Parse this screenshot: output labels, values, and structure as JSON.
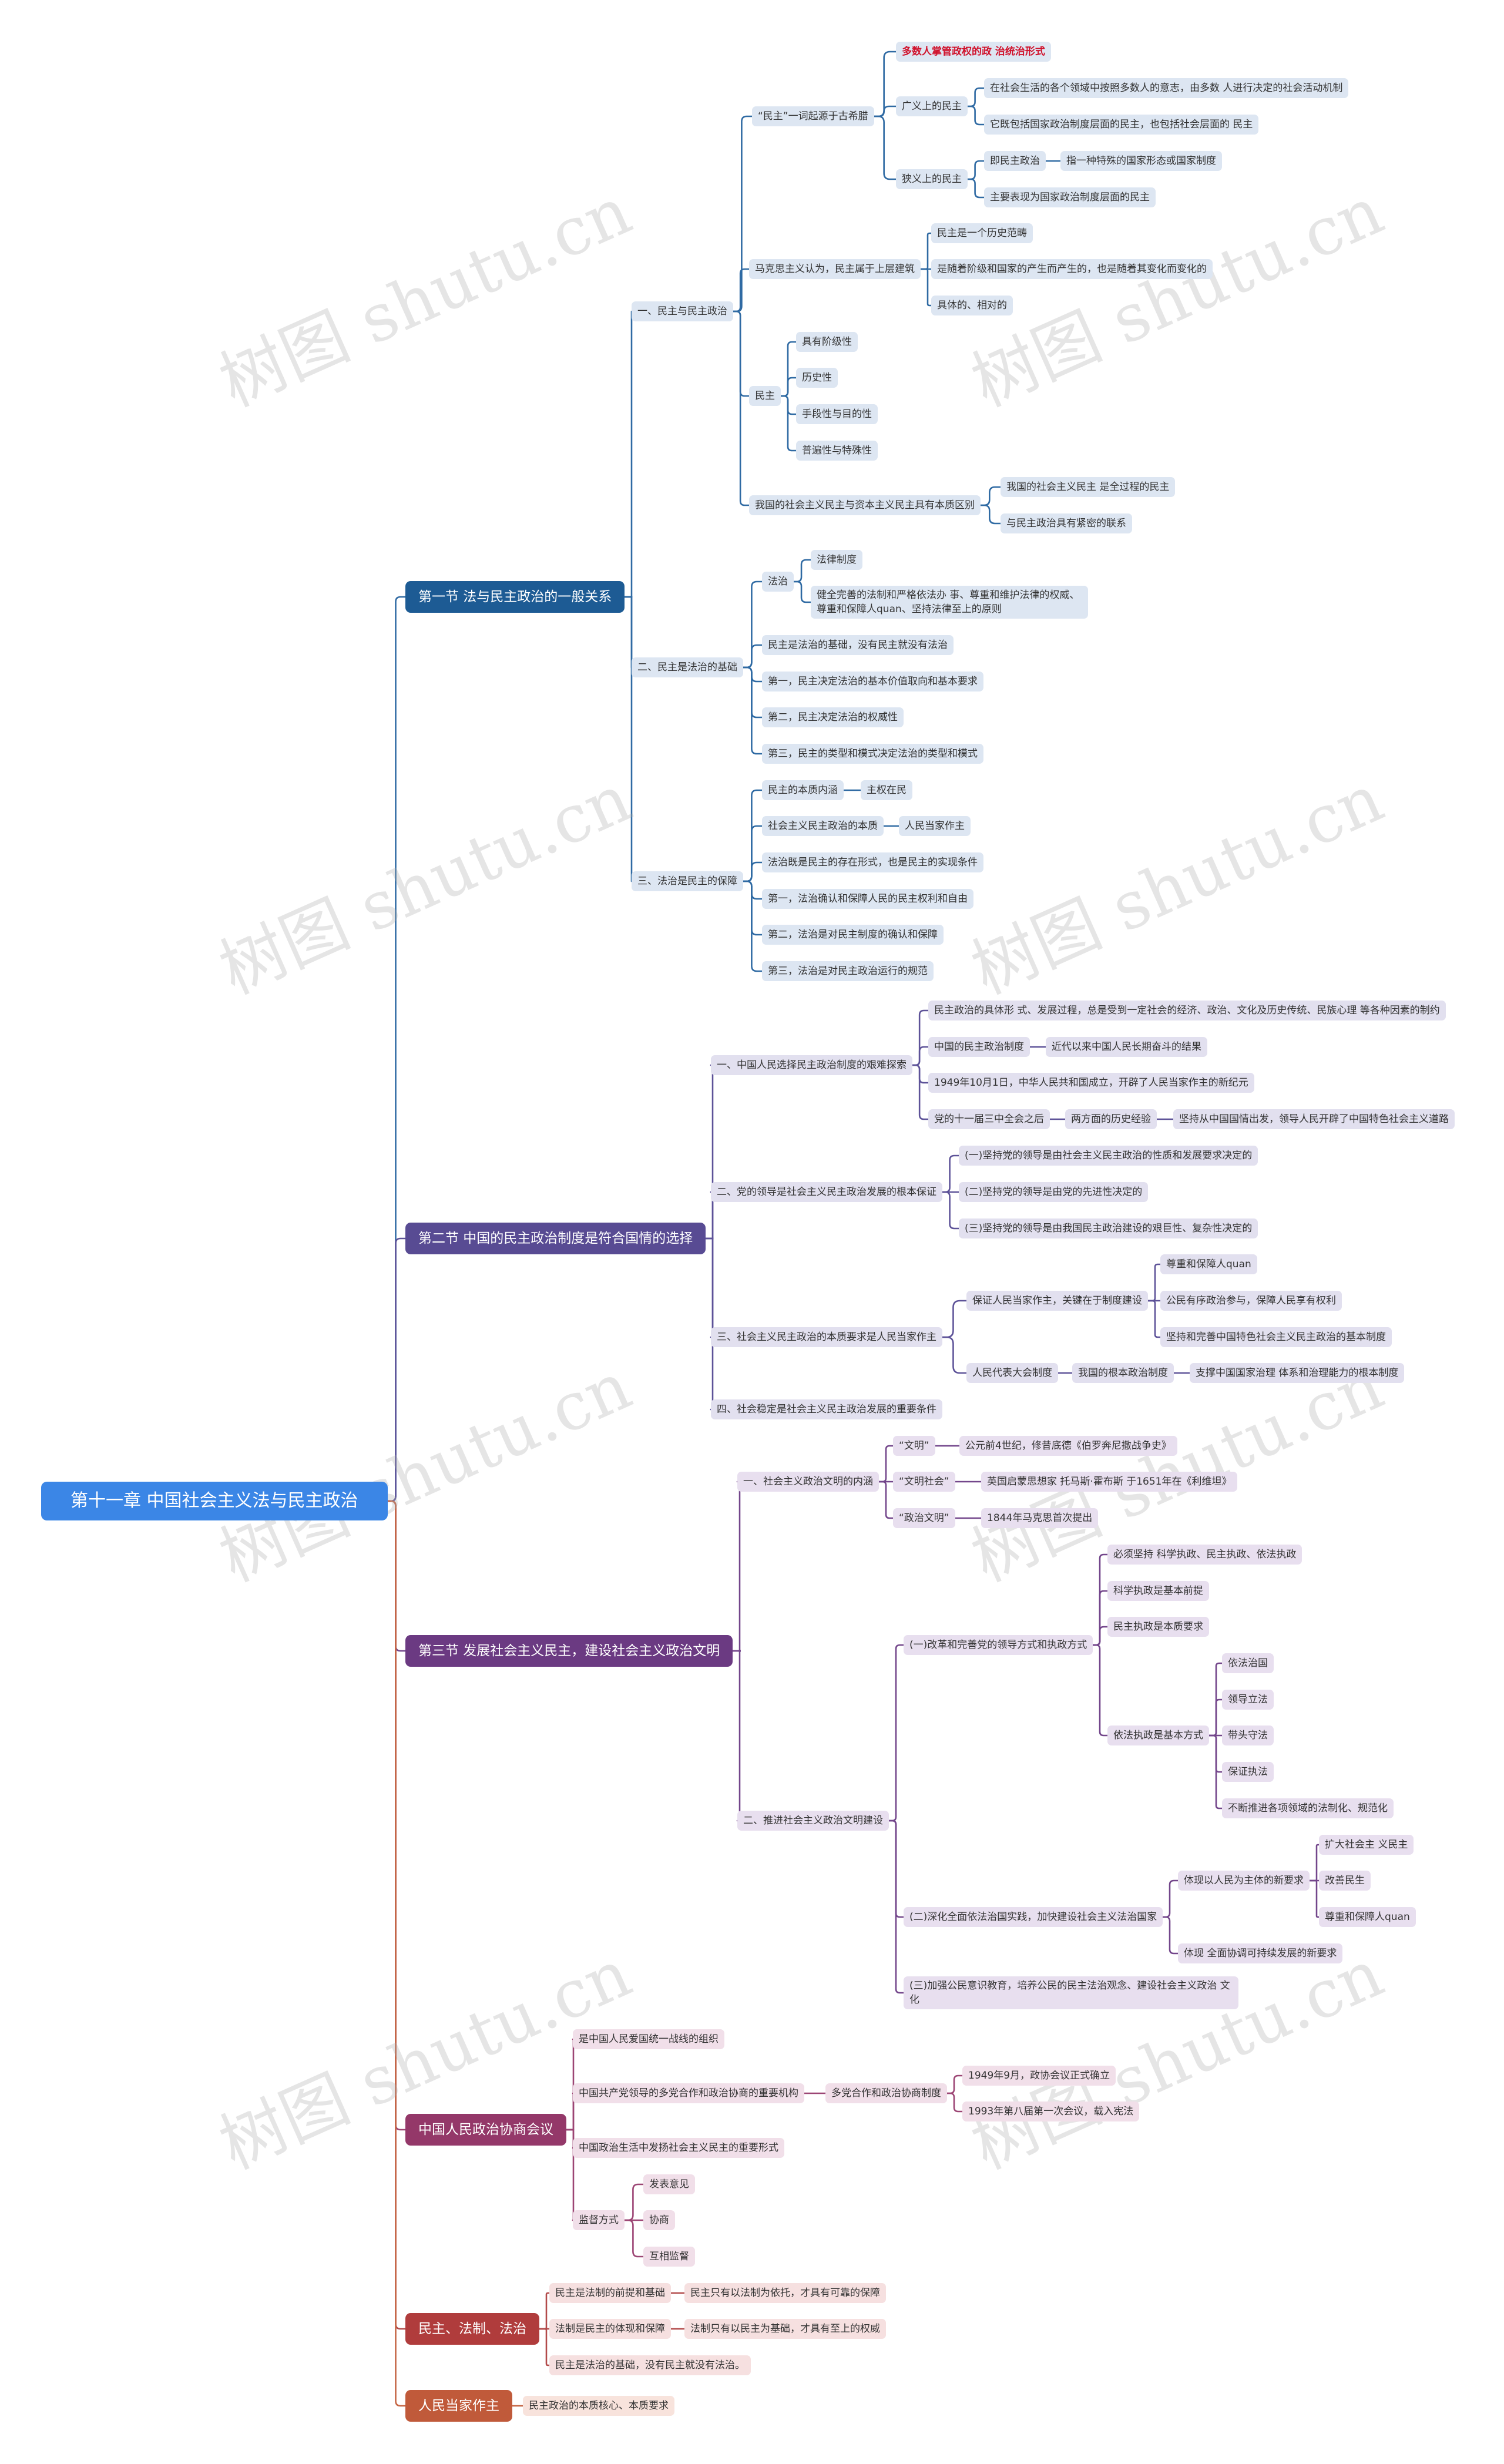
{
  "watermark": "树图 shutu.cn",
  "root": "第十一章  中国社会主义法与民主政治",
  "section1": {
    "title": "第一节  法与民主政治的一般关系",
    "p1": {
      "label": "一、民主与民主政治",
      "origin": {
        "label": "“民主”一词起源于古希腊",
        "definition": "多数人掌管政权的政 治统治形式",
        "broad": {
          "label": "广义上的民主",
          "items": [
            "在社会生活的各个领域中按照多数人的意志，由多数 人进行决定的社会活动机制",
            "它既包括国家政治制度层面的民主，也包括社会层面的 民主"
          ]
        },
        "narrow": {
          "label": "狭义上的民主",
          "polity": "即民主政治",
          "polity_note": "指一种特殊的国家形态或国家制度",
          "note": "主要表现为国家政治制度层面的民主"
        }
      },
      "marxism": {
        "label": "马克思主义认为，民主属于上层建筑",
        "items": [
          "民主是一个历史范畴",
          "是随着阶级和国家的产生而产生的，也是随着其变化而变化的",
          "具体的、相对的"
        ]
      },
      "democracy": {
        "label": "民主",
        "items": [
          "具有阶级性",
          "历史性",
          "手段性与目的性",
          "普遍性与特殊性"
        ]
      },
      "difference": {
        "label": "我国的社会主义民主与资本主义民主具有本质区别",
        "items": [
          "我国的社会主义民主 是全过程的民主",
          "与民主政治具有紧密的联系"
        ]
      }
    },
    "p2": {
      "label": "二、民主是法治的基础",
      "rule": {
        "label": "法治",
        "items": [
          "法律制度",
          "健全完善的法制和严格依法办 事、尊重和维护法律的权威、尊重和保障人quan、坚持法律至上的原则"
        ]
      },
      "items": [
        "民主是法治的基础，没有民主就没有法治",
        "第一，民主决定法治的基本价值取向和基本要求",
        "第二，民主决定法治的权威性",
        "第三，民主的类型和模式决定法治的类型和模式"
      ]
    },
    "p3": {
      "label": "三、法治是民主的保障",
      "essence": {
        "label": "民主的本质内涵",
        "note": "主权在民"
      },
      "socialist": {
        "label": "社会主义民主政治的本质",
        "note": "人民当家作主"
      },
      "items": [
        "法治既是民主的存在形式，也是民主的实现条件",
        "第一，法治确认和保障人民的民主权利和自由",
        "第二，法治是对民主制度的确认和保障",
        "第三，法治是对民主政治运行的规范"
      ]
    }
  },
  "section2": {
    "title": "第二节  中国的民主政治制度是符合国情的选择",
    "p1": {
      "label": "一、中国人民选择民主政治制度的艰难探索",
      "form": "民主政治的具体形 式、发展过程，总是受到一定社会的经济、政治、文化及历史传统、民族心理 等各种因素的制约",
      "system": {
        "label": "中国的民主政治制度",
        "note": "近代以来中国人民长期奋斗的结果"
      },
      "founding": "1949年10月1日，中华人民共和国成立，开辟了人民当家作主的新纪元",
      "plenum": {
        "label": "党的十一届三中全会之后",
        "note": "两方面的历史经验",
        "note2": "坚持从中国国情出发，领导人民开辟了中国特色社会主义道路"
      }
    },
    "p2": {
      "label": "二、党的领导是社会主义民主政治发展的根本保证",
      "items": [
        "(一)坚持党的领导是由社会主义民主政治的性质和发展要求决定的",
        "(二)坚持党的领导是由党的先进性决定的",
        "(三)坚持党的领导是由我国民主政治建设的艰巨性、复杂性决定的"
      ]
    },
    "p3": {
      "label": "三、社会主义民主政治的本质要求是人民当家作主",
      "guarantee": {
        "label": "保证人民当家作主，关键在于制度建设",
        "items": [
          "尊重和保障人quan",
          "公民有序政治参与，保障人民享有权利",
          "坚持和完善中国特色社会主义民主政治的基本制度"
        ]
      },
      "npc": {
        "label": "人民代表大会制度",
        "note": "我国的根本政治制度",
        "note2": "支撑中国国家治理 体系和治理能力的根本制度"
      }
    },
    "p4": "四、社会稳定是社会主义民主政治发展的重要条件"
  },
  "section3": {
    "title": "第三节  发展社会主义民主，建设社会主义政治文明",
    "p1": {
      "label": "一、社会主义政治文明的内涵",
      "civilization": {
        "label": "“文明”",
        "note": "公元前4世纪，修昔底德《伯罗奔尼撒战争史》"
      },
      "society": {
        "label": "“文明社会”",
        "note": "英国启蒙思想家 托马斯·霍布斯 于1651年在《利维坦》"
      },
      "political": {
        "label": "“政治文明”",
        "note": "1844年马克思首次提出"
      }
    },
    "p2": {
      "label": "二、推进社会主义政治文明建设",
      "reform": {
        "label": "(一)改革和完善党的领导方式和执政方式",
        "items": [
          "必须坚持 科学执政、民主执政、依法执政",
          "科学执政是基本前提",
          "民主执政是本质要求"
        ],
        "law": {
          "label": "依法执政是基本方式",
          "items": [
            "依法治国",
            "领导立法",
            "带头守法",
            "保证执法",
            "不断推进各项领域的法制化、规范化"
          ]
        }
      },
      "deepen": {
        "label": "(二)深化全面依法治国实践，加快建设社会主义法治国家",
        "people": {
          "label": "体现以人民为主体的新要求",
          "items": [
            "扩大社会主 义民主",
            "改善民生",
            "尊重和保障人quan"
          ]
        },
        "coordinated": "体现 全面协调可持续发展的新要求"
      },
      "awareness": "(三)加强公民意识教育，培养公民的民主法治观念、建设社会主义政治 文化"
    }
  },
  "section4": {
    "title": "中国人民政治协商会议",
    "items": [
      "是中国人民爱国统一战线的组织",
      "中国政治生活中发扬社会主义民主的重要形式"
    ],
    "mechanism": {
      "label": "中国共产党领导的多党合作和政治协商的重要机构",
      "note": "多党合作和政治协商制度",
      "items": [
        "1949年9月，政协会议正式确立",
        "1993年第八届第一次会议，载入宪法"
      ]
    },
    "supervision": {
      "label": "监督方式",
      "items": [
        "发表意见",
        "协商",
        "互相监督"
      ]
    }
  },
  "section5": {
    "title": "民主、法制、法治",
    "r1": {
      "label": "民主是法制的前提和基础",
      "note": "民主只有以法制为依托，才具有可靠的保障"
    },
    "r2": {
      "label": "法制是民主的体现和保障",
      "note": "法制只有以民主为基础，才具有至上的权威"
    },
    "r3": "民主是法治的基础，没有民主就没有法治。"
  },
  "section6": {
    "title": "人民当家作主",
    "note": "民主政治的本质核心、本质要求"
  },
  "colors": {
    "s1": "#1d5b94",
    "s2": "#584b93",
    "s3": "#6b3a82",
    "s4": "#943869",
    "s5": "#b03c3c",
    "s6": "#c05a3a"
  }
}
